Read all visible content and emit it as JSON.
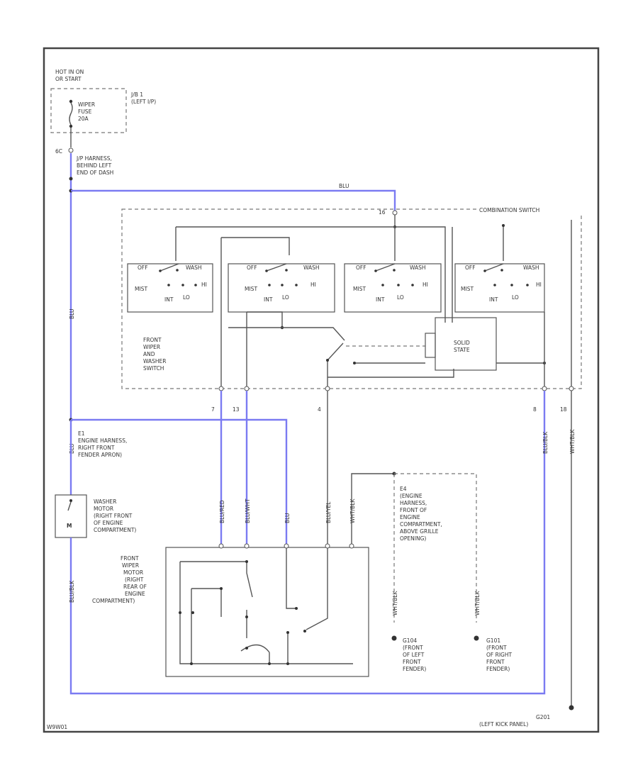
{
  "colors": {
    "blue_wire": "#7b7bf2",
    "line": "#555555",
    "text": "#333333"
  },
  "fuse": {
    "hot_label": [
      "HOT IN ON",
      "OR START"
    ],
    "jb_label": [
      "J/B 1",
      "(LEFT I/P)"
    ],
    "fuse_label": [
      "WIPER",
      "FUSE",
      "20A"
    ],
    "terminal": "6C"
  },
  "splices": {
    "top": [
      "J/P HARNESS,",
      "BEHIND LEFT",
      "END OF DASH"
    ],
    "e1": [
      "E1",
      "ENGINE HARNESS,",
      "RIGHT FRONT",
      "FENDER APRON)"
    ],
    "e4": [
      "E4",
      "(ENGINE",
      "HARNESS,",
      "FRONT OF",
      "ENGINE",
      "COMPARTMENT,",
      "ABOVE GRILLE",
      "OPENING)"
    ]
  },
  "combo_switch": {
    "title": "COMBINATION SWITCH",
    "terminal": "16",
    "section_label": [
      "FRONT",
      "WIPER",
      "AND",
      "WASHER",
      "SWITCH"
    ],
    "solid_state": [
      "SOLID",
      "STATE"
    ],
    "switches": [
      {
        "top_left": "OFF",
        "top_right": "WASH",
        "mist": "MIST",
        "int": "INT",
        "lo": "LO",
        "hi": "HI"
      },
      {
        "top_left": "OFF",
        "top_right": "WASH",
        "mist": "MIST",
        "int": "INT",
        "lo": "LO",
        "hi": "HI"
      },
      {
        "top_left": "OFF",
        "top_right": "WASH",
        "mist": "MIST",
        "int": "INT",
        "lo": "LO",
        "hi": "HI"
      },
      {
        "top_left": "OFF",
        "top_right": "WASH",
        "mist": "MIST",
        "int": "INT",
        "lo": "LO",
        "hi": "HI"
      }
    ],
    "pins": [
      "7",
      "13",
      "4",
      "8",
      "18"
    ]
  },
  "wires": {
    "blu_top": "BLU",
    "blu_left": "BLU",
    "blu_e1": "BLU",
    "blu_motor": "BLU",
    "blu_red": "BLU/RED",
    "blu_wht": "BLU/WHT",
    "blu_yel": "BLU/YEL",
    "wht_blk": "WHT/BLK",
    "blu_blk_right": "BLU/BLK",
    "wht_blk_right": "WHT/BLK",
    "blu_blk_left": "BLU/BLK",
    "wht_blk_g1": "WHT/BLK",
    "wht_blk_g2": "WHT/BLK"
  },
  "washer_motor": [
    "WASHER",
    "MOTOR",
    "(RIGHT FRONT",
    "OF ENGINE",
    "COMPARTMENT)"
  ],
  "wiper_motor": [
    "FRONT",
    "WIPER",
    "MOTOR",
    "(RIGHT",
    "REAR OF",
    "ENGINE",
    "COMPARTMENT)"
  ],
  "grounds": {
    "g1": [
      "G104",
      "(FRONT",
      "OF LEFT",
      "FRONT",
      "FENDER)"
    ],
    "g2": [
      "G101",
      "(FRONT",
      "OF RIGHT",
      "FRONT",
      "FENDER)"
    ],
    "g3": [
      "G201",
      "(LEFT KICK PANEL)"
    ]
  },
  "footer_code": "W9W01"
}
